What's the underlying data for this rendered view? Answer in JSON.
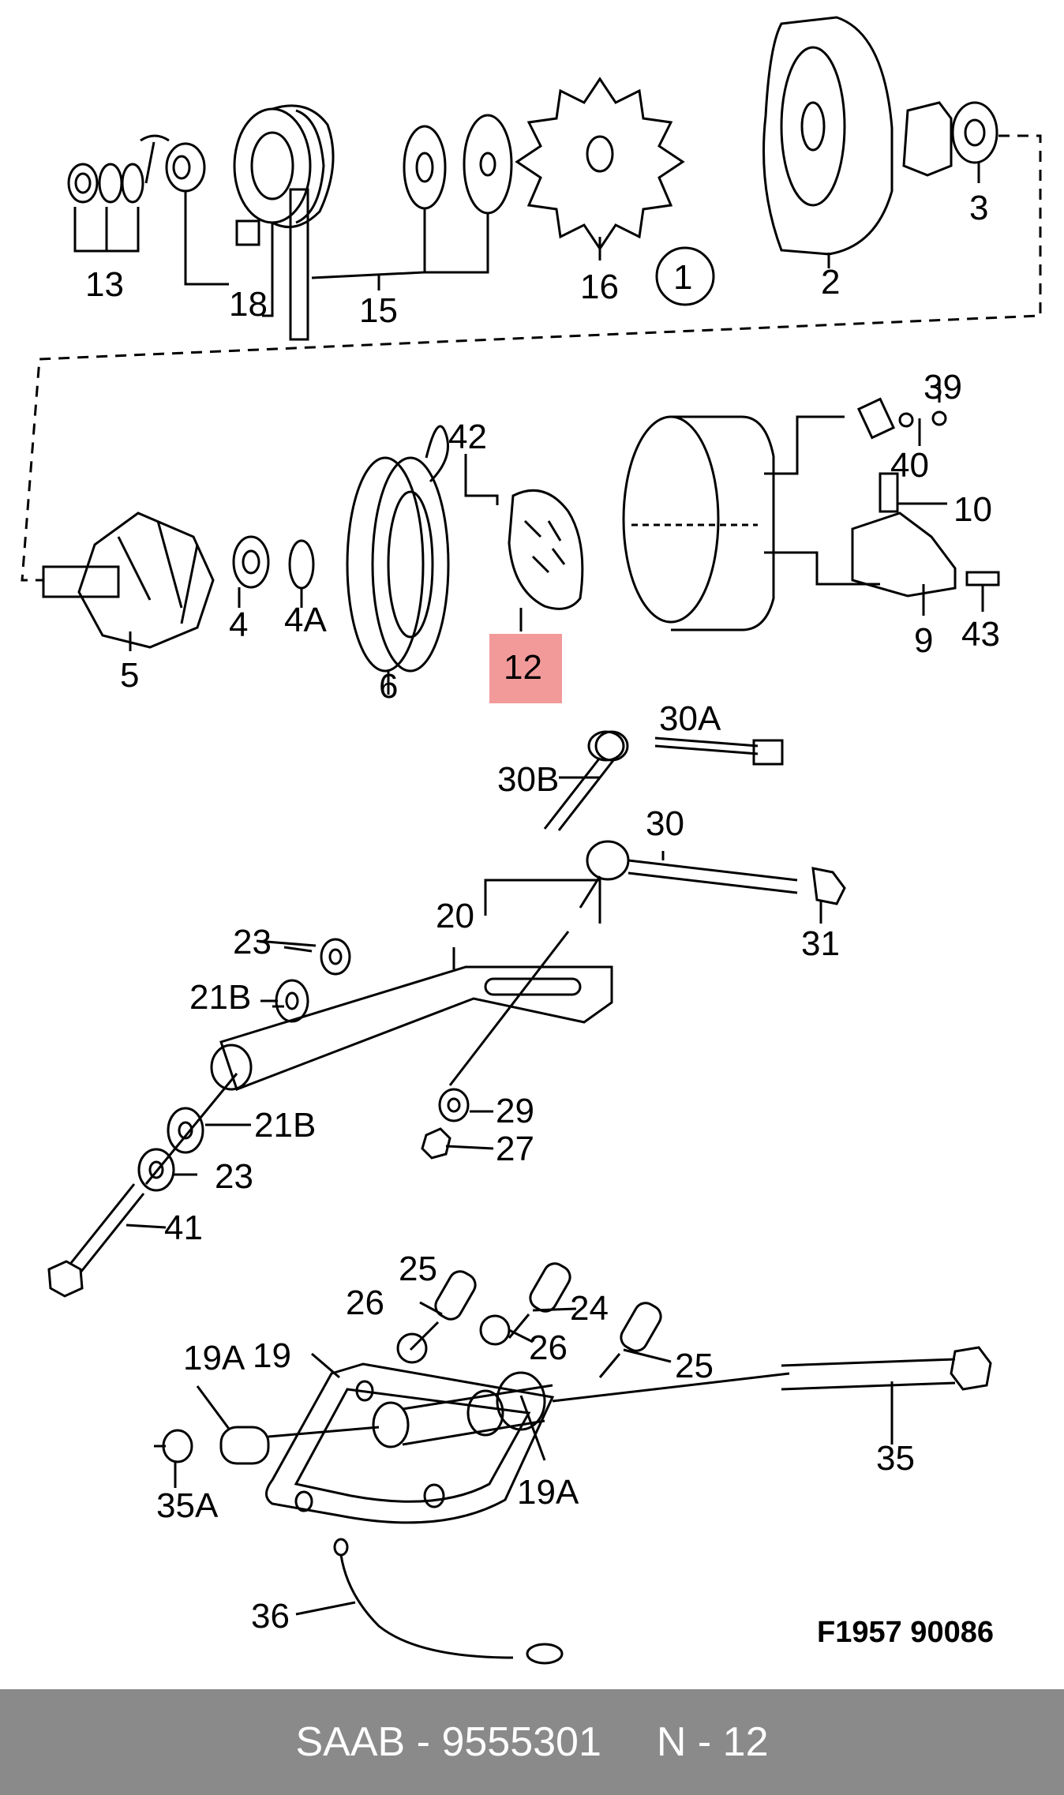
{
  "diagram": {
    "callout_circle": "1",
    "highlighted_part": "12",
    "highlight_color": "#f29a9a",
    "reference_code": "F1957  90086",
    "part_labels": [
      "13",
      "18",
      "15",
      "16",
      "2",
      "3",
      "42",
      "39",
      "40",
      "10",
      "9",
      "43",
      "5",
      "4",
      "4A",
      "6",
      "12",
      "30A",
      "30B",
      "30",
      "31",
      "20",
      "23",
      "21B",
      "21B",
      "23",
      "29",
      "27",
      "41",
      "25",
      "24",
      "26",
      "26",
      "25",
      "19A",
      "19",
      "35A",
      "19A",
      "35",
      "36"
    ]
  },
  "footer": {
    "part_number_text": "SAAB - 9555301",
    "position_text": "N - 12",
    "background": "#8a8a8a",
    "text_color": "#ffffff"
  }
}
